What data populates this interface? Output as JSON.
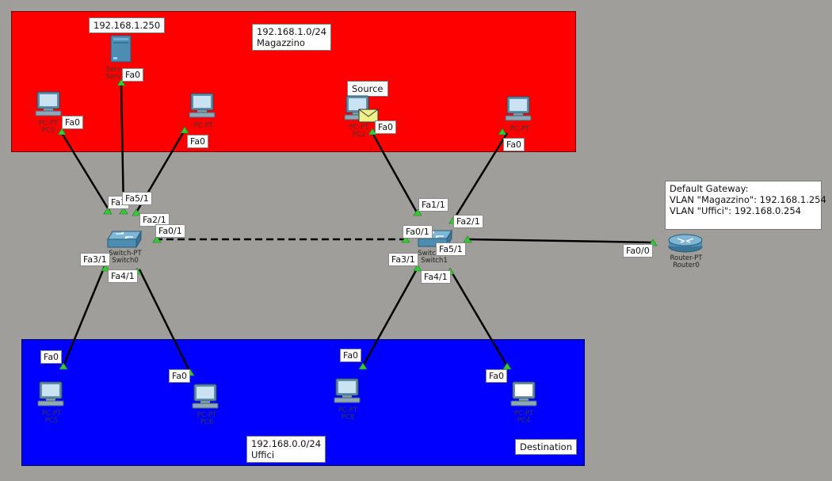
{
  "zones": {
    "red": {
      "network": "192.168.1.0/24",
      "name": "Magazzino",
      "color": "#ff0000"
    },
    "blue": {
      "network": "192.168.0.0/24",
      "name": "Uffici",
      "color": "#0000ff"
    }
  },
  "notes": {
    "server_ip": "192.168.1.250",
    "source": "Source",
    "destination": "Destination",
    "gateway": {
      "title": "Default Gateway:",
      "line1": "VLAN \"Magazzino\": 192.168.1.254",
      "line2": "VLAN \"Uffici\": 192.168.0.254"
    }
  },
  "devices": {
    "server": {
      "type": "Serv",
      "name": "Serv"
    },
    "pc0": {
      "type": "PC-PT",
      "name": "PC0"
    },
    "pc1": {
      "type": "PC-PT",
      "name": ""
    },
    "pc2": {
      "type": "PC-PT",
      "name": "PC2"
    },
    "pc3": {
      "type": "PC-PT",
      "name": ""
    },
    "switch0": {
      "type": "Switch-PT",
      "name": "Switch0"
    },
    "switch1": {
      "type": "Switch-PT",
      "name": "Switch1"
    },
    "router0": {
      "type": "Router-PT",
      "name": "Router0"
    },
    "pc5": {
      "type": "PC-PT",
      "name": "PC5"
    },
    "pc6": {
      "type": "PC-PT",
      "name": "PC6"
    },
    "pc8": {
      "type": "PC-PT",
      "name": "PC8"
    },
    "pc4": {
      "type": "PC-PT",
      "name": "PC4"
    }
  },
  "ports": {
    "server_fa0": "Fa0",
    "pc0_fa0": "Fa0",
    "pc1_fa0": "Fa0",
    "pc2_fa0": "Fa0",
    "pc3_fa0": "Fa0",
    "sw0_fa1": "Fa1",
    "sw0_fa5": "Fa5/1",
    "sw0_fa2": "Fa2/1",
    "sw0_fa0": "Fa0/1",
    "sw0_fa3": "Fa3/1",
    "sw0_fa4": "Fa4/1",
    "sw1_fa1": "Fa1/1",
    "sw1_fa2": "Fa2/1",
    "sw1_fa0": "Fa0/1",
    "sw1_fa3": "Fa3/1",
    "sw1_fa5": "Fa5/1",
    "sw1_fa4": "Fa4/1",
    "router_fa0": "Fa0/0",
    "pc5_fa0": "Fa0",
    "pc6_fa0": "Fa0",
    "pc8_fa0": "Fa0",
    "pc4_fa0": "Fa0"
  },
  "colors": {
    "background": "#a09e9b",
    "link": "#000000",
    "link_indicator": "#33cc33",
    "device": "#4e8db2"
  },
  "icons": {
    "pc": "pc-icon",
    "server": "server-icon",
    "switch": "switch-icon",
    "router": "router-icon",
    "pdu": "envelope-icon"
  }
}
